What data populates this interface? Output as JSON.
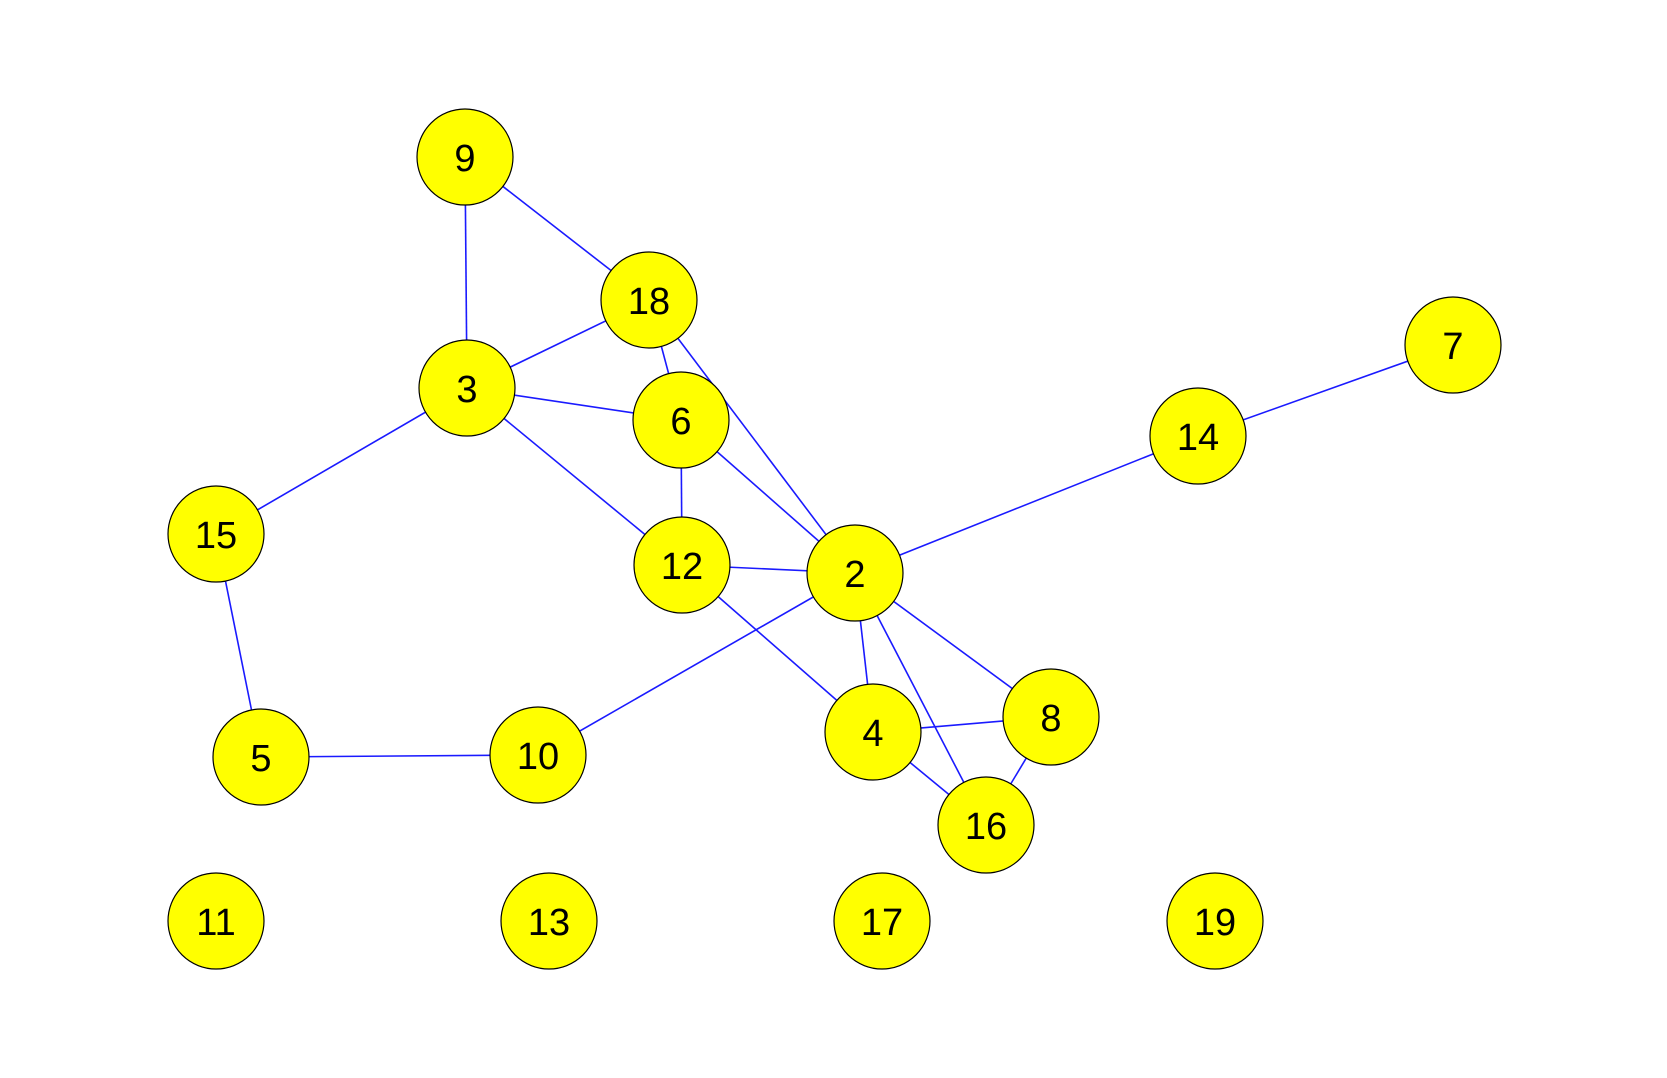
{
  "colors": {
    "node_fill": "#ffff00",
    "node_stroke": "#000000",
    "edge": "#1a1aff",
    "background": "#ffffff"
  },
  "nodes": [
    {
      "id": "2",
      "label": "2"
    },
    {
      "id": "3",
      "label": "3"
    },
    {
      "id": "4",
      "label": "4"
    },
    {
      "id": "5",
      "label": "5"
    },
    {
      "id": "6",
      "label": "6"
    },
    {
      "id": "7",
      "label": "7"
    },
    {
      "id": "8",
      "label": "8"
    },
    {
      "id": "9",
      "label": "9"
    },
    {
      "id": "10",
      "label": "10"
    },
    {
      "id": "11",
      "label": "11"
    },
    {
      "id": "12",
      "label": "12"
    },
    {
      "id": "13",
      "label": "13"
    },
    {
      "id": "14",
      "label": "14"
    },
    {
      "id": "15",
      "label": "15"
    },
    {
      "id": "16",
      "label": "16"
    },
    {
      "id": "17",
      "label": "17"
    },
    {
      "id": "18",
      "label": "18"
    },
    {
      "id": "19",
      "label": "19"
    }
  ],
  "edges": [
    [
      "9",
      "3"
    ],
    [
      "9",
      "18"
    ],
    [
      "18",
      "3"
    ],
    [
      "18",
      "6"
    ],
    [
      "18",
      "2"
    ],
    [
      "3",
      "6"
    ],
    [
      "3",
      "12"
    ],
    [
      "3",
      "15"
    ],
    [
      "6",
      "12"
    ],
    [
      "6",
      "2"
    ],
    [
      "12",
      "2"
    ],
    [
      "12",
      "4"
    ],
    [
      "2",
      "14"
    ],
    [
      "14",
      "7"
    ],
    [
      "2",
      "10"
    ],
    [
      "2",
      "4"
    ],
    [
      "2",
      "8"
    ],
    [
      "2",
      "16"
    ],
    [
      "4",
      "8"
    ],
    [
      "4",
      "16"
    ],
    [
      "8",
      "16"
    ],
    [
      "15",
      "5"
    ],
    [
      "5",
      "10"
    ]
  ]
}
